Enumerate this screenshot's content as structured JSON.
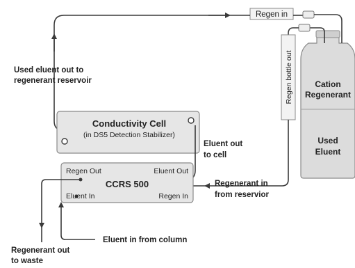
{
  "labels": {
    "regen_in_top": "Regen in",
    "regen_bottle_out": "Regen bottle out",
    "used_eluent_line1": "Used eluent out to",
    "used_eluent_line2": "regenerant reservoir",
    "cell_title": "Conductivity Cell",
    "cell_subtitle": "(in DS5 Detection Stabilizer)",
    "eluent_out_cell_line1": "Eluent out",
    "eluent_out_cell_line2": "to cell",
    "ccrs_title": "CCRS 500",
    "ccrs_regen_out": "Regen Out",
    "ccrs_eluent_out": "Eluent Out",
    "ccrs_eluent_in": "Eluent In",
    "ccrs_regen_in": "Regen In",
    "regen_in_reservoir_line1": "Regenerant in",
    "regen_in_reservoir_line2": "from reservior",
    "eluent_in_column": "Eluent in from column",
    "regen_waste_line1": "Regenerant out",
    "regen_waste_line2": "to waste",
    "bottle_top_line1": "Cation",
    "bottle_top_line2": "Regenerant",
    "bottle_bottom_line1": "Used",
    "bottle_bottom_line2": "Eluent"
  },
  "colors": {
    "line": "#3a3a3a",
    "box_fill": "#e6e6e6",
    "box_stroke": "#8a8a8a",
    "bottle_fill": "#dcdcdc",
    "text": "#222222"
  }
}
